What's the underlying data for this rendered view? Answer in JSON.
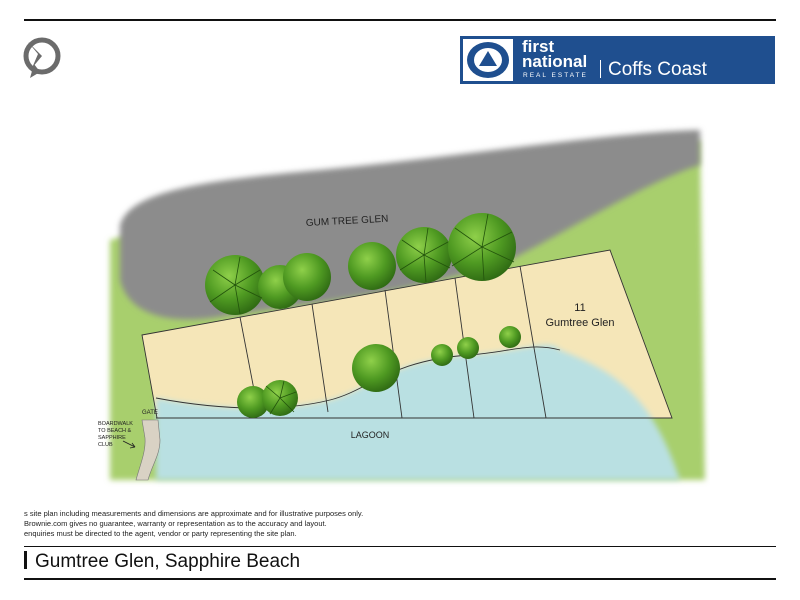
{
  "brand": {
    "line1": "first",
    "line2": "national",
    "tagline": "REAL ESTATE",
    "office": "Coffs Coast",
    "color": "#1f4f8f"
  },
  "compass_icon": "north-arrow-icon",
  "map": {
    "road_label": "GUM TREE GLEN",
    "lot_number": "11",
    "lot_street": "Gumtree Glen",
    "lagoon_label": "LAGOON",
    "gate_label": "GATE",
    "boardwalk_label": [
      "BOARDWALK",
      "TO BEACH &",
      "SAPPHIRE",
      "CLUB"
    ],
    "colors": {
      "road": "#8c8c8c",
      "grass": "#a8cf6d",
      "lot": "#f5e6b8",
      "lagoon": "#b9e0e2",
      "tree": "#4f9a22"
    }
  },
  "disclaimer": [
    "s site plan including measurements and dimensions are approximate and for illustrative purposes only.",
    "Brownie.com gives no guarantee, warranty or representation as to the accuracy and layout.",
    "enquiries must be directed to the agent, vendor or party representing the site plan."
  ],
  "address": "Gumtree Glen, Sapphire Beach"
}
